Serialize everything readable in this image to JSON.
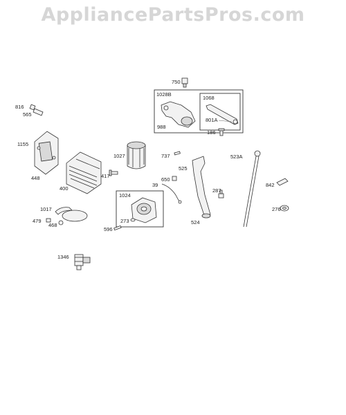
{
  "watermark": "AppliancePartsPros.com",
  "callouts": {
    "p750": "750",
    "p1028B": "1028B",
    "p1068": "1068",
    "p988": "988",
    "p801A": "801A",
    "p186": "186",
    "p816": "816",
    "p565": "565",
    "p1155": "1155",
    "p448": "448",
    "p400": "400",
    "p1027": "1027",
    "p417": "417",
    "p737": "737",
    "p525": "525",
    "p523A": "523A",
    "p650": "650",
    "p39": "39",
    "p287": "287",
    "p842": "842",
    "p276": "276",
    "p1024": "1024",
    "p273": "273",
    "p596": "596",
    "p524": "524",
    "p1017": "1017",
    "p479": "479",
    "p468": "468",
    "p1346": "1346"
  }
}
